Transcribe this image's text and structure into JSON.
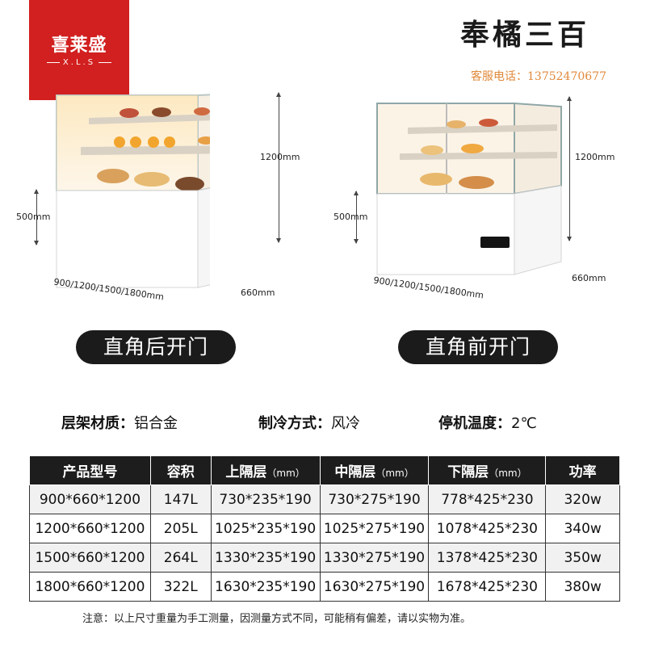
{
  "brand": {
    "name": "喜莱盛",
    "sub": "X.L.S"
  },
  "store": {
    "name": "奉橘三百",
    "phone": "客服电话：13752470677"
  },
  "products": [
    {
      "label": "直角后开门",
      "height": "1200mm",
      "base_height": "500mm",
      "depth": "660mm",
      "widths": "900/1200/1500/1800mm"
    },
    {
      "label": "直角前开门",
      "height": "1200mm",
      "base_height": "500mm",
      "depth": "660mm",
      "widths": "900/1200/1500/1800mm"
    }
  ],
  "specs": [
    {
      "key": "层架材质：",
      "value": "铝合金"
    },
    {
      "key": "制冷方式：",
      "value": "风冷"
    },
    {
      "key": "停机温度：",
      "value": "2℃"
    }
  ],
  "table": {
    "headers": [
      {
        "label": "产品型号",
        "unit": ""
      },
      {
        "label": "容积",
        "unit": ""
      },
      {
        "label": "上隔层",
        "unit": "（mm）"
      },
      {
        "label": "中隔层",
        "unit": "（mm）"
      },
      {
        "label": "下隔层",
        "unit": "（mm）"
      },
      {
        "label": "功率",
        "unit": ""
      }
    ],
    "rows": [
      [
        "900*660*1200",
        "147L",
        "730*235*190",
        "730*275*190",
        "778*425*230",
        "320w"
      ],
      [
        "1200*660*1200",
        "205L",
        "1025*235*190",
        "1025*275*190",
        "1078*425*230",
        "340w"
      ],
      [
        "1500*660*1200",
        "264L",
        "1330*235*190",
        "1330*275*190",
        "1378*425*230",
        "350w"
      ],
      [
        "1800*660*1200",
        "322L",
        "1630*235*190",
        "1630*275*190",
        "1678*425*230",
        "380w"
      ]
    ]
  },
  "note": "注意：以上尺寸重量为手工测量，因测量方式不同，可能稍有偏差，请以实物为准。",
  "colors": {
    "brand_red": "#d21f1f",
    "phone_orange": "#e08a3c",
    "header_black": "#1d1d1d"
  }
}
